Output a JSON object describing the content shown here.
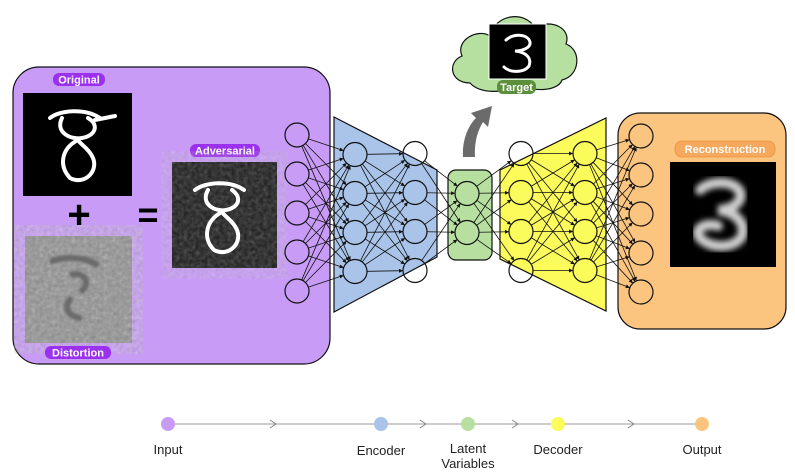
{
  "labels": {
    "original": "Original",
    "distortion": "Distortion",
    "adversarial": "Adversarial",
    "target": "Target",
    "reconstruction": "Reconstruction"
  },
  "operators": {
    "plus": "+",
    "equals": "="
  },
  "legend": {
    "input": "Input",
    "encoder": "Encoder",
    "latent_line1": "Latent",
    "latent_line2": "Variables",
    "decoder": "Decoder",
    "output": "Output"
  },
  "colors": {
    "input": "#c89cf6",
    "input_pill": "#9b30ee",
    "encoder": "#a9c4e8",
    "latent": "#b7e0a0",
    "latent_pill": "#5b8f3c",
    "decoder": "#fbfb5c",
    "output": "#fbc580",
    "output_pill": "#f6a85c",
    "target_cloud": "#b6e0a0"
  },
  "network": {
    "layers": [
      5,
      4,
      4,
      2,
      4,
      4,
      5
    ]
  }
}
